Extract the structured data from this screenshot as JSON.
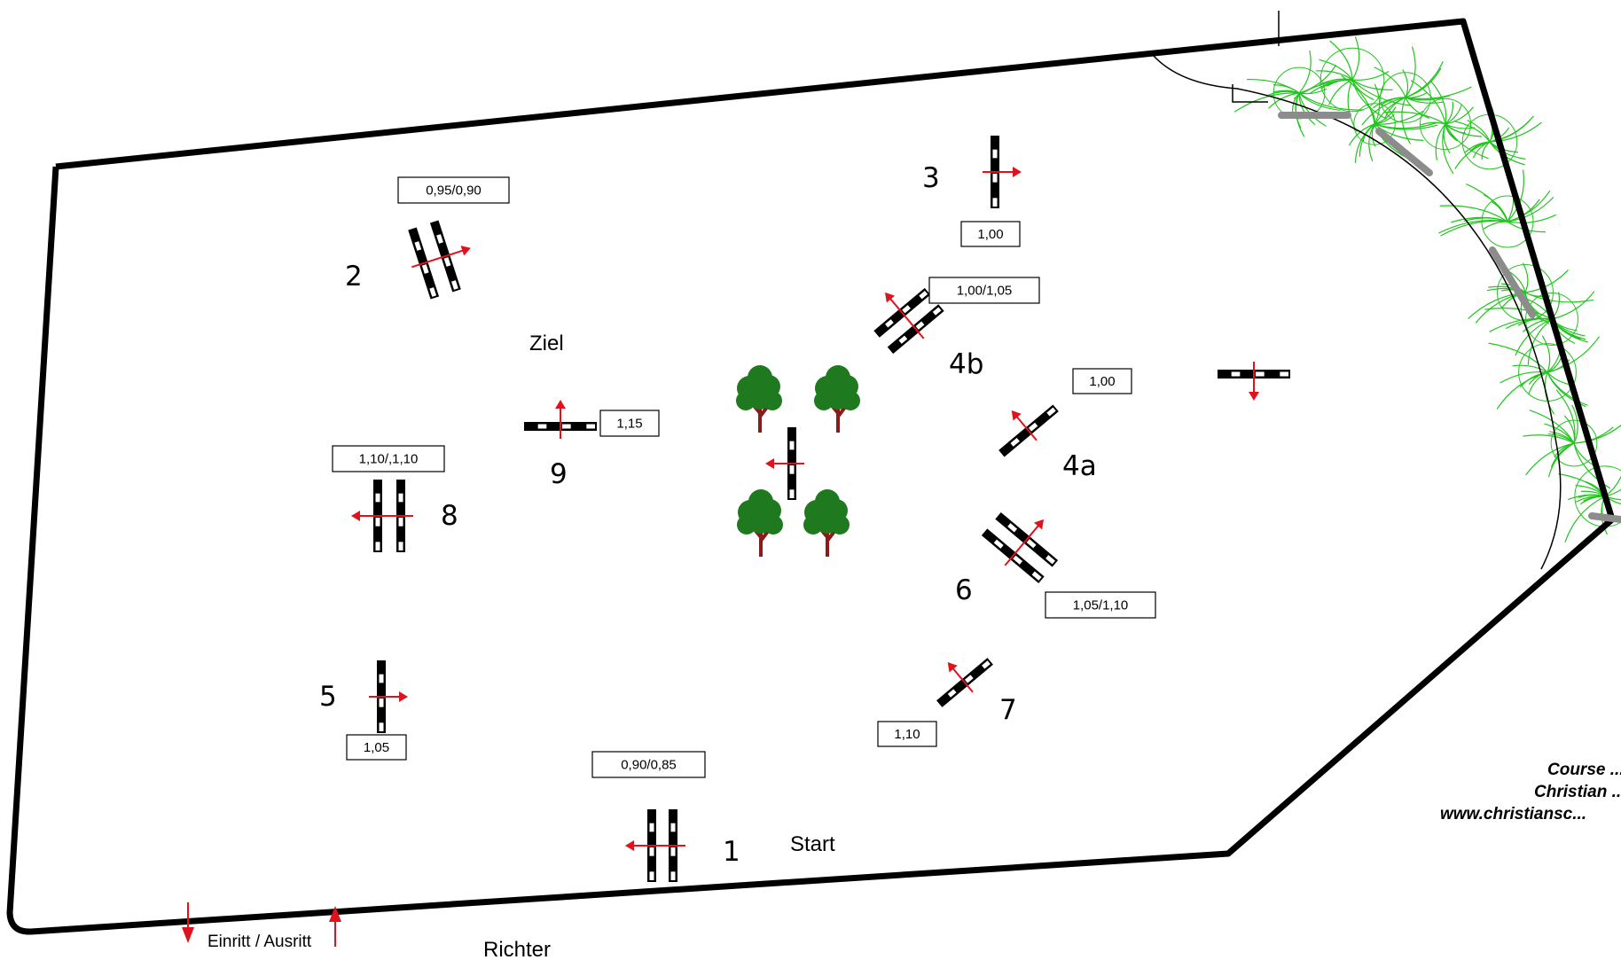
{
  "arena": {
    "outline_color": "#000000",
    "inner_track_color": "#000000",
    "gate_arrow_color": "#e0121c"
  },
  "labels": {
    "start": "Start",
    "finish": "Ziel",
    "entrance": "Einritt / Ausritt",
    "judge": "Richter"
  },
  "credit": {
    "line1": "Course ...",
    "line2": "Christian ...",
    "line3": "www.christiansc..."
  },
  "obstacles": [
    {
      "id": "1",
      "label": "1",
      "height": "0,90/0,85",
      "type": "oxer"
    },
    {
      "id": "2",
      "label": "2",
      "height": "0,95/0,90",
      "type": "oxer"
    },
    {
      "id": "3",
      "label": "3",
      "height": "1,00",
      "type": "vertical"
    },
    {
      "id": "4a",
      "label": "4a",
      "height": "1,00",
      "type": "vertical"
    },
    {
      "id": "4b",
      "label": "4b",
      "height": "1,00/1,05",
      "type": "oxer"
    },
    {
      "id": "5",
      "label": "5",
      "height": "1,05",
      "type": "vertical"
    },
    {
      "id": "6",
      "label": "6",
      "height": "1,05/1,10",
      "type": "oxer"
    },
    {
      "id": "7",
      "label": "7",
      "height": "1,10",
      "type": "vertical"
    },
    {
      "id": "8",
      "label": "8",
      "height": "1,10/,1,10",
      "type": "oxer"
    },
    {
      "id": "9",
      "label": "9",
      "height": "1,15",
      "type": "vertical"
    }
  ],
  "decor": {
    "trees": 4,
    "tree_color": "#1f7a1f",
    "trunk_color": "#8b1a1a",
    "grass_color": "#22c41e"
  }
}
